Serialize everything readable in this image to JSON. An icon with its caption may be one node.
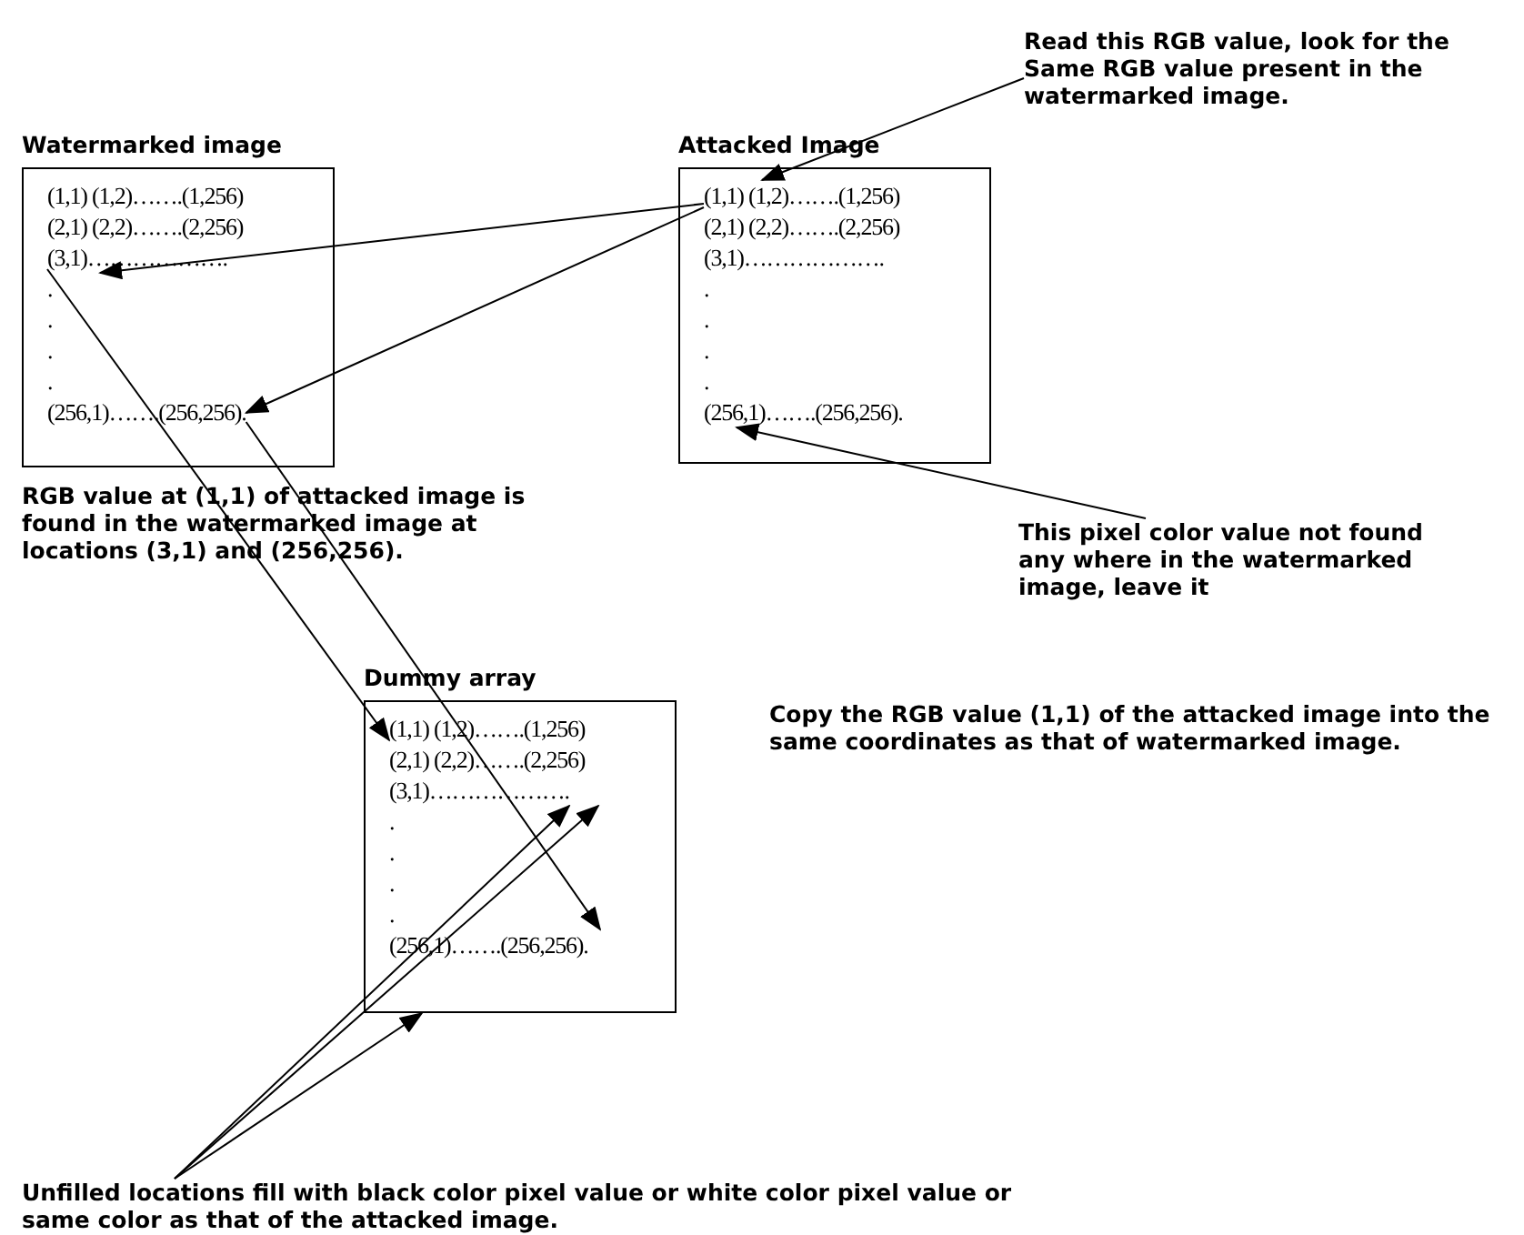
{
  "diagram": {
    "nodes": [
      {
        "text": [
          "Watermarked image"
        ]
      },
      {
        "text": [
          "(1,1) (1,2)…….(1,256)"
        ],
        "in": 0
      },
      {
        "text": [
          "(2,1) (2,2)…….(2,256)"
        ],
        "in": 0
      },
      {
        "text": [
          "(3,1)………………."
        ],
        "in": 0
      },
      {
        "text": [
          "."
        ],
        "in": 0
      },
      {
        "text": [
          "."
        ],
        "in": 0
      },
      {
        "text": [
          "."
        ],
        "in": 0
      },
      {
        "text": [
          "."
        ],
        "in": 0
      },
      {
        "text": [
          "(256,1)…….(256,256)."
        ],
        "in": 0
      },
      {
        "text": [
          "Attacked Image"
        ]
      },
      {
        "text": [
          "(1,1) (1,2)…….(1,256)"
        ],
        "in": 9
      },
      {
        "text": [
          "(2,1) (2,2)…….(2,256)"
        ],
        "in": 9
      },
      {
        "text": [
          "(3,1)………………."
        ],
        "in": 9
      },
      {
        "text": [
          "."
        ],
        "in": 9
      },
      {
        "text": [
          "."
        ],
        "in": 9
      },
      {
        "text": [
          "."
        ],
        "in": 9
      },
      {
        "text": [
          "."
        ],
        "in": 9
      },
      {
        "text": [
          "(256,1)…….(256,256)."
        ],
        "in": 9
      },
      {
        "text": [
          "Dummy array"
        ]
      },
      {
        "text": [
          "(1,1) (1,2)…….(1,256)"
        ],
        "in": 18
      },
      {
        "text": [
          "(2,1) (2,2)…….(2,256)"
        ],
        "in": 18
      },
      {
        "text": [
          "(3,1)………………."
        ],
        "in": 18
      },
      {
        "text": [
          "."
        ],
        "in": 18
      },
      {
        "text": [
          "."
        ],
        "in": 18
      },
      {
        "text": [
          "."
        ],
        "in": 18
      },
      {
        "text": [
          "."
        ],
        "in": 18
      },
      {
        "text": [
          "(256,1)…….(256,256)."
        ],
        "in": 18
      },
      {
        "text": [
          "Read this RGB value, look for the Same RGB value present in the watermarked image."
        ]
      },
      {
        "text": [
          "This pixel color value not found any where in the watermarked image, leave it"
        ]
      },
      {
        "text": [
          "Unfilled locations fill with black color pixel value or white color pixel value or same color as that of the attacked image."
        ]
      }
    ],
    "edges": [
      {
        "from": 27,
        "to": 10,
        "arrow": "to"
      },
      {
        "from": 10,
        "to": 3,
        "arrow": "to"
      },
      {
        "from": 10,
        "to": 8,
        "arrow": "to"
      },
      {
        "from": 3,
        "to": 19,
        "arrow": "to"
      },
      {
        "from": 8,
        "to": 26,
        "arrow": "to"
      },
      {
        "from": 28,
        "to": 17,
        "arrow": "to"
      },
      {
        "from": 29,
        "to": 21,
        "arrow": "to"
      },
      {
        "from": 29,
        "to": 21,
        "arrow": "to"
      },
      {
        "from": 29,
        "to": 18,
        "arrow": "to"
      }
    ],
    "labels": [
      "RGB value at (1,1) of attacked image is found in the watermarked image at locations (3,1) and (256,256).",
      "Copy the RGB value (1,1) of the attacked image into the same coordinates as that of watermarked image."
    ]
  }
}
